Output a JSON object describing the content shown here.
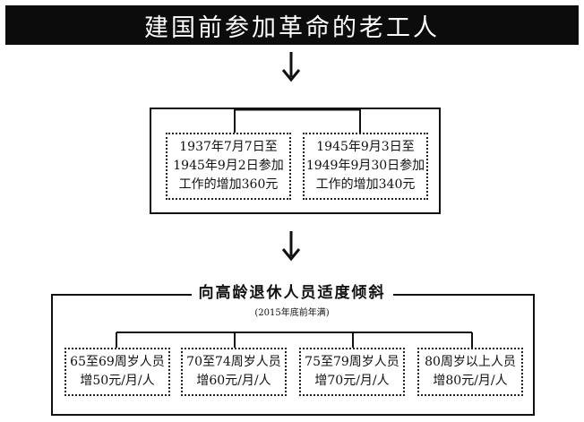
{
  "title": "建国前参加革命的老工人",
  "group1": {
    "items": [
      {
        "line1": "1937年7月7日至",
        "line2": "1945年9月2日参加",
        "line3": "工作的增加360元"
      },
      {
        "line1": "1945年9月3日至",
        "line2": "1949年9月30日参加",
        "line3": "工作的增加340元"
      }
    ]
  },
  "group2": {
    "heading": "向高龄退休人员适度倾斜",
    "note": "(2015年底前年满)",
    "items": [
      {
        "line1": "65至69周岁人员",
        "line2": "增50元/月/人"
      },
      {
        "line1": "70至74周岁人员",
        "line2": "增60元/月/人"
      },
      {
        "line1": "75至79周岁人员",
        "line2": "增70元/月/人"
      },
      {
        "line1": "80周岁以上人员",
        "line2": "增80元/月/人"
      }
    ]
  }
}
